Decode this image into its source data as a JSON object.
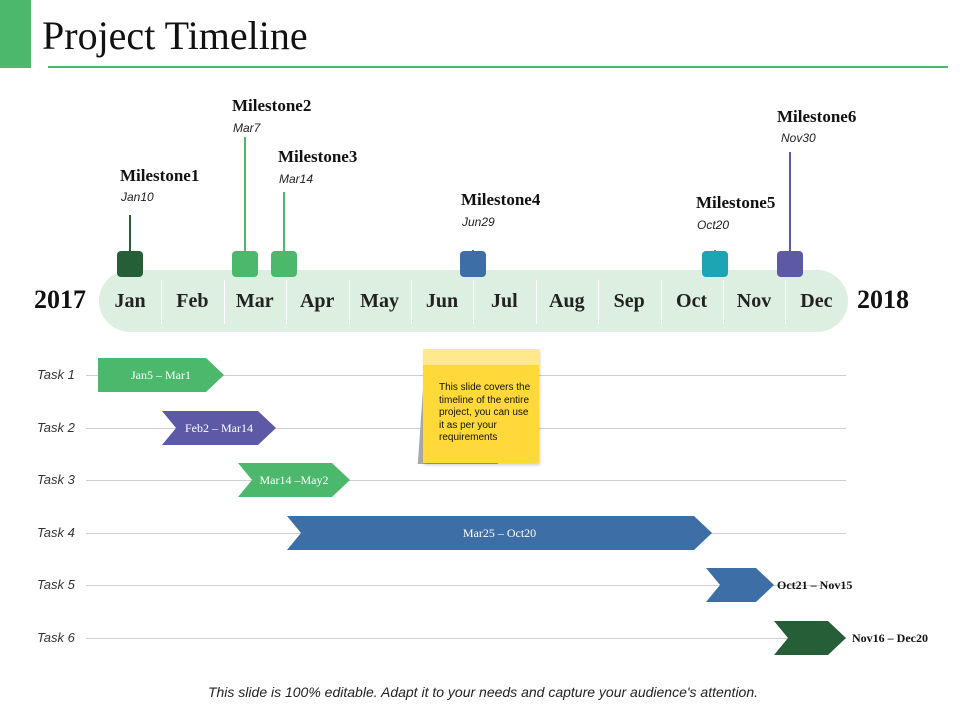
{
  "title": "Project Timeline",
  "timeline": {
    "start_year": "2017",
    "end_year": "2018",
    "months": [
      "Jan",
      "Feb",
      "Mar",
      "Apr",
      "May",
      "Jun",
      "Jul",
      "Aug",
      "Sep",
      "Oct",
      "Nov",
      "Dec"
    ],
    "bar_color": "#dcefe0"
  },
  "milestones": [
    {
      "name": "Milestone1",
      "date": "Jan10",
      "color": "#265e38"
    },
    {
      "name": "Milestone2",
      "date": "Mar7",
      "color": "#4cb86b"
    },
    {
      "name": "Milestone3",
      "date": "Mar14",
      "color": "#4cb86b"
    },
    {
      "name": "Milestone4",
      "date": "Jun29",
      "color": "#3e6ea6"
    },
    {
      "name": "Milestone5",
      "date": "Oct20",
      "color": "#1ea5b4"
    },
    {
      "name": "Milestone6",
      "date": "Nov30",
      "color": "#5c5aa6"
    }
  ],
  "tasks": [
    {
      "label": "Task 1",
      "range": "Jan5 – Mar1",
      "color": "#4cb86b"
    },
    {
      "label": "Task 2",
      "range": "Feb2 – Mar14",
      "color": "#5c5aa6"
    },
    {
      "label": "Task 3",
      "range": "Mar14 –May2",
      "color": "#4cb86b"
    },
    {
      "label": "Task 4",
      "range": "Mar25 – Oct20",
      "color": "#3e6ea6"
    },
    {
      "label": "Task 5",
      "range": "Oct21 – Nov15",
      "color": "#3e6ea6"
    },
    {
      "label": "Task 6",
      "range": "Nov16  – Dec20",
      "color": "#265e38"
    }
  ],
  "note": {
    "text": "This slide covers the timeline of the entire project, you can use it as per your requirements"
  },
  "footer": "This slide is 100% editable. Adapt it to your needs and capture your audience's attention."
}
